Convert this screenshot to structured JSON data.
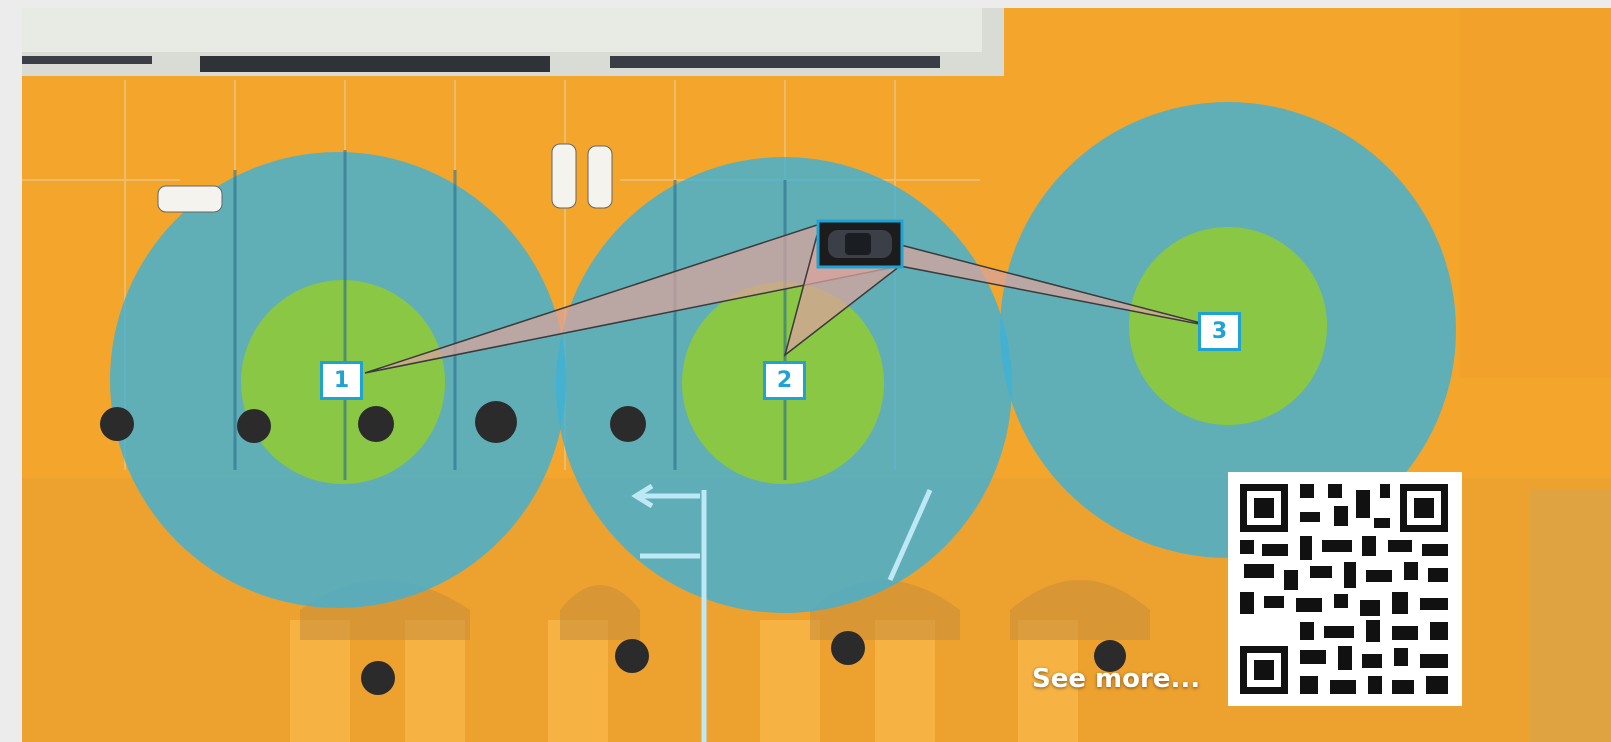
{
  "labels": {
    "one": "1",
    "two": "2",
    "three": "3"
  },
  "see_more": "See more...",
  "colors": {
    "ground": "#f4a52c",
    "outer_zone": "#4cb4d2",
    "inner_zone": "#8cca3a",
    "sightline": "#cfa6a0",
    "label_accent": "#1ea3d4"
  },
  "icons": [
    "tree-icon",
    "car-icon",
    "arrow-icon",
    "qr-code"
  ]
}
